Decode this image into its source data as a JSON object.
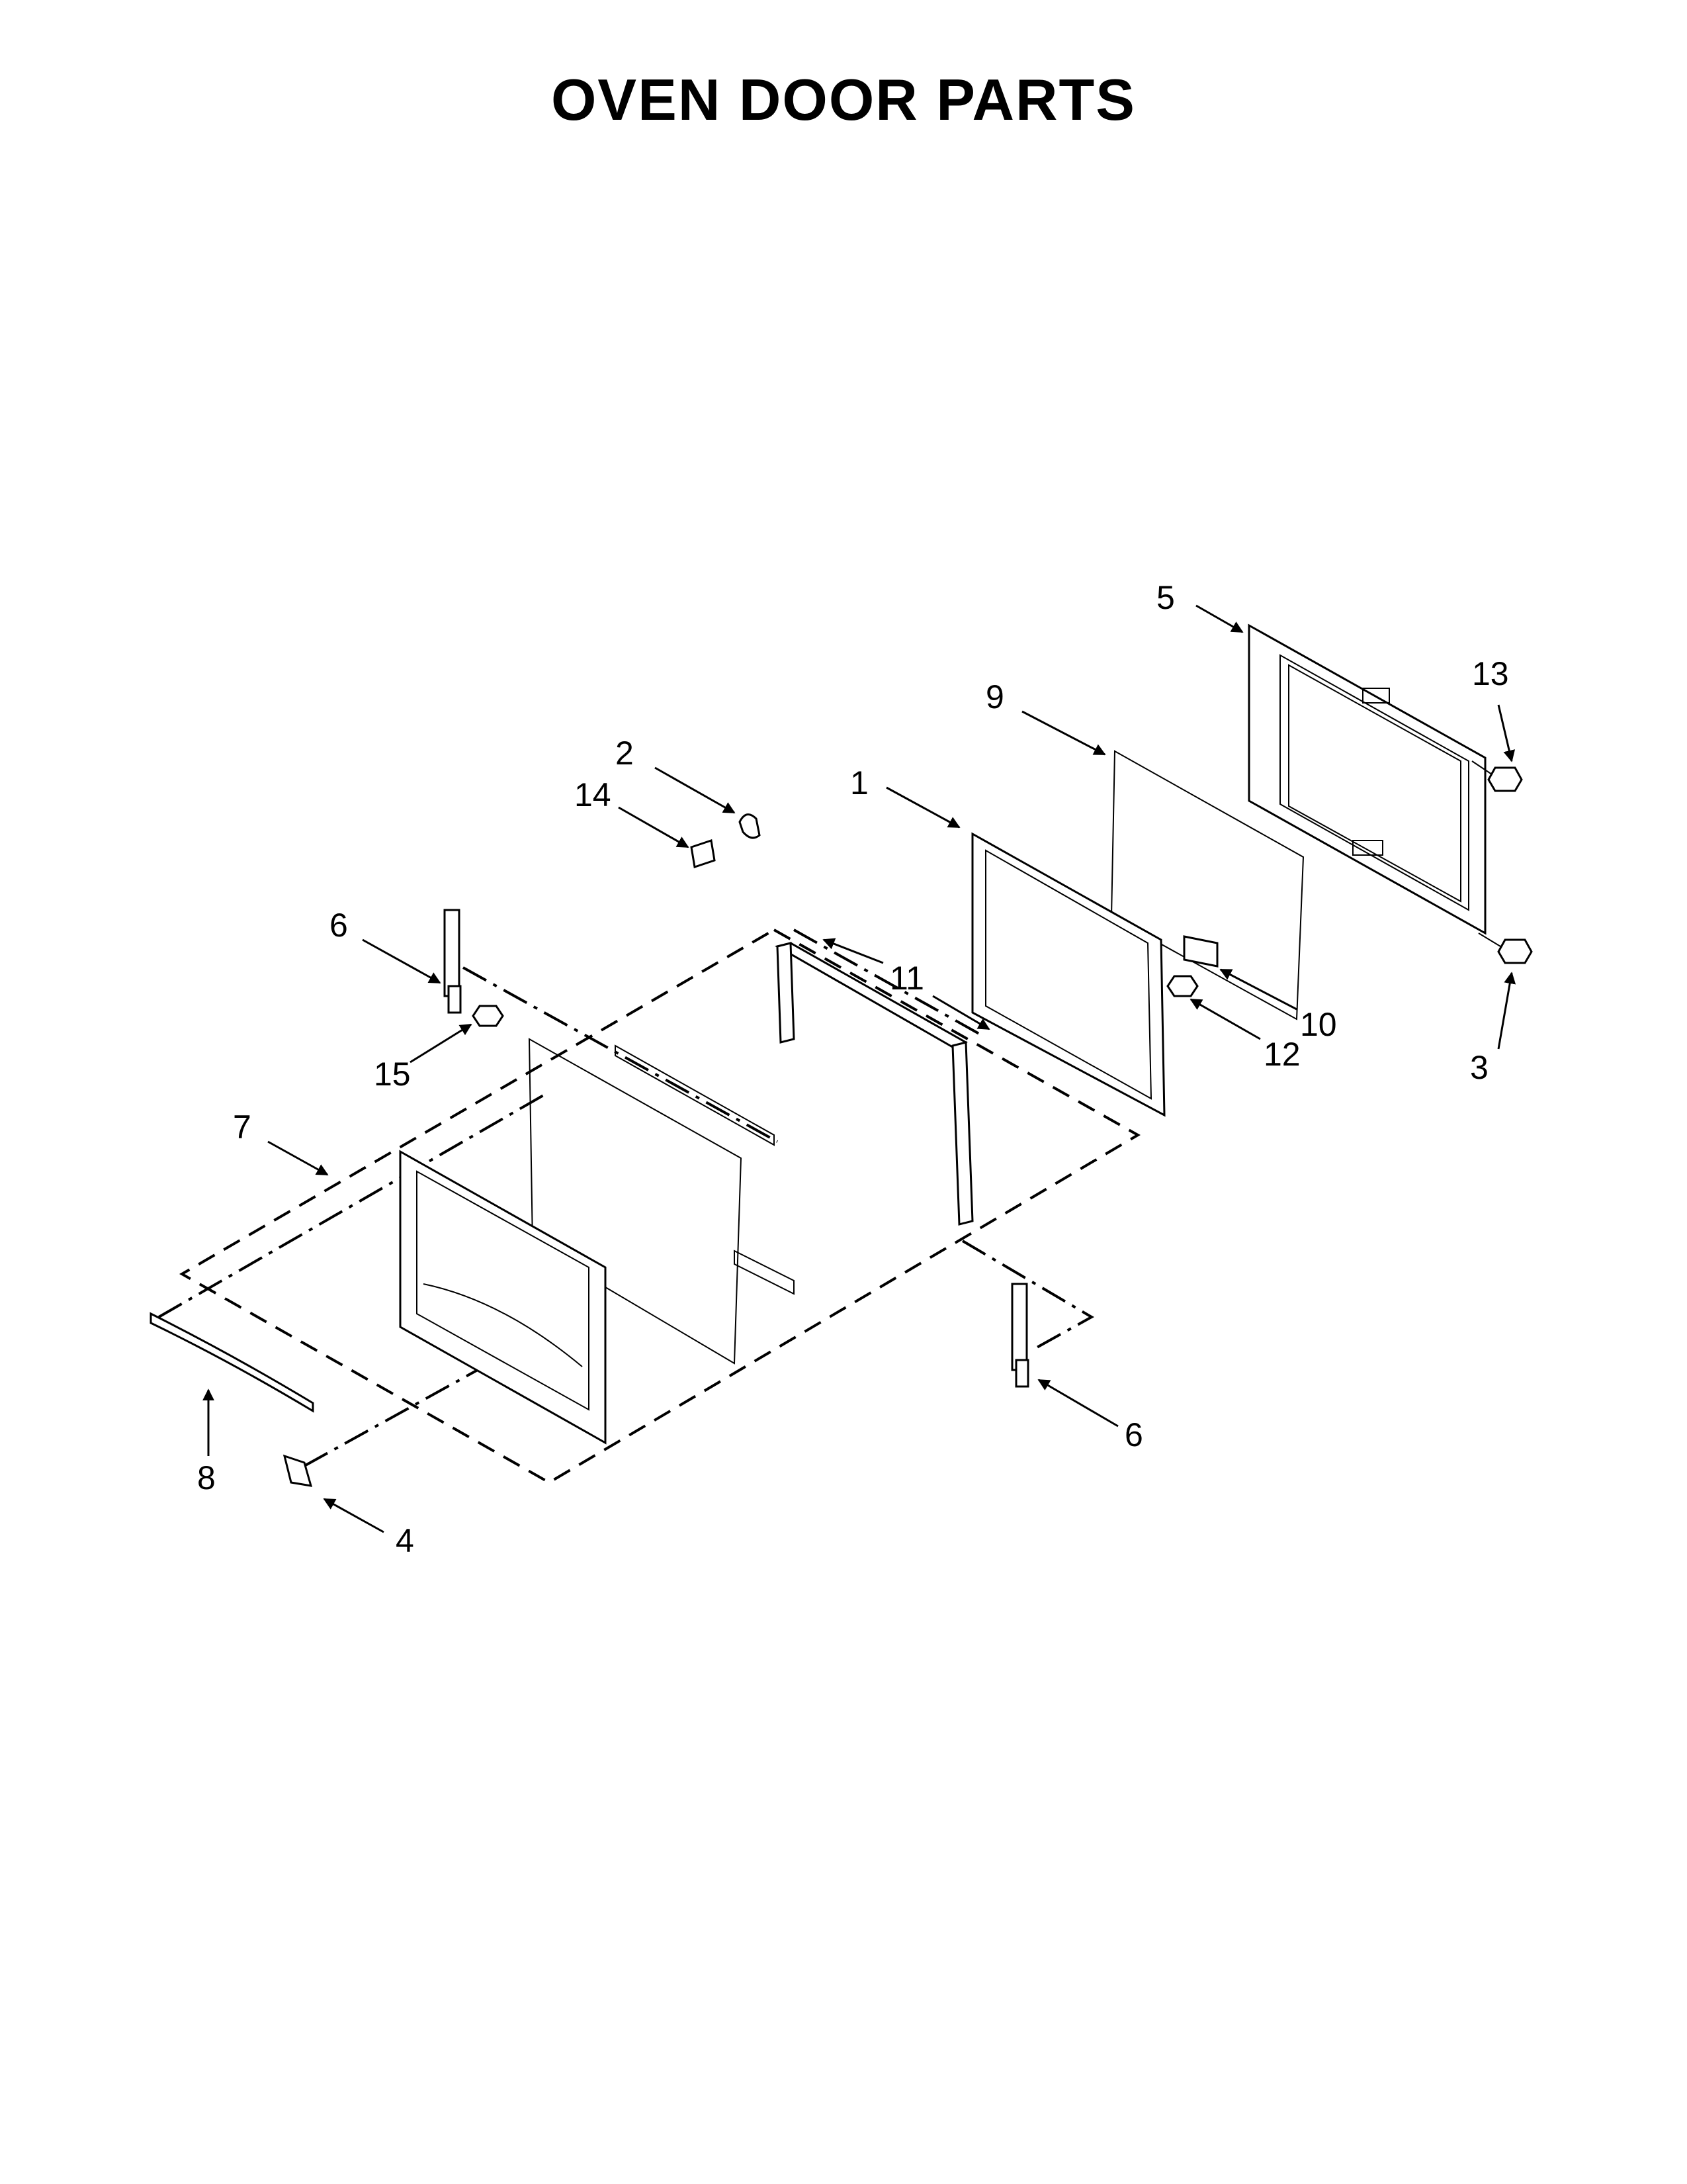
{
  "title": "OVEN DOOR PARTS",
  "callouts": [
    {
      "id": "p1",
      "label": "1"
    },
    {
      "id": "p2",
      "label": "2"
    },
    {
      "id": "p3",
      "label": "3"
    },
    {
      "id": "p4",
      "label": "4"
    },
    {
      "id": "p5",
      "label": "5"
    },
    {
      "id": "p6a",
      "label": "6"
    },
    {
      "id": "p6b",
      "label": "6"
    },
    {
      "id": "p7",
      "label": "7"
    },
    {
      "id": "p8",
      "label": "8"
    },
    {
      "id": "p9",
      "label": "9"
    },
    {
      "id": "p10",
      "label": "10"
    },
    {
      "id": "p11",
      "label": "11"
    },
    {
      "id": "p12",
      "label": "12"
    },
    {
      "id": "p13",
      "label": "13"
    },
    {
      "id": "p14",
      "label": "14"
    },
    {
      "id": "p15",
      "label": "15"
    }
  ]
}
